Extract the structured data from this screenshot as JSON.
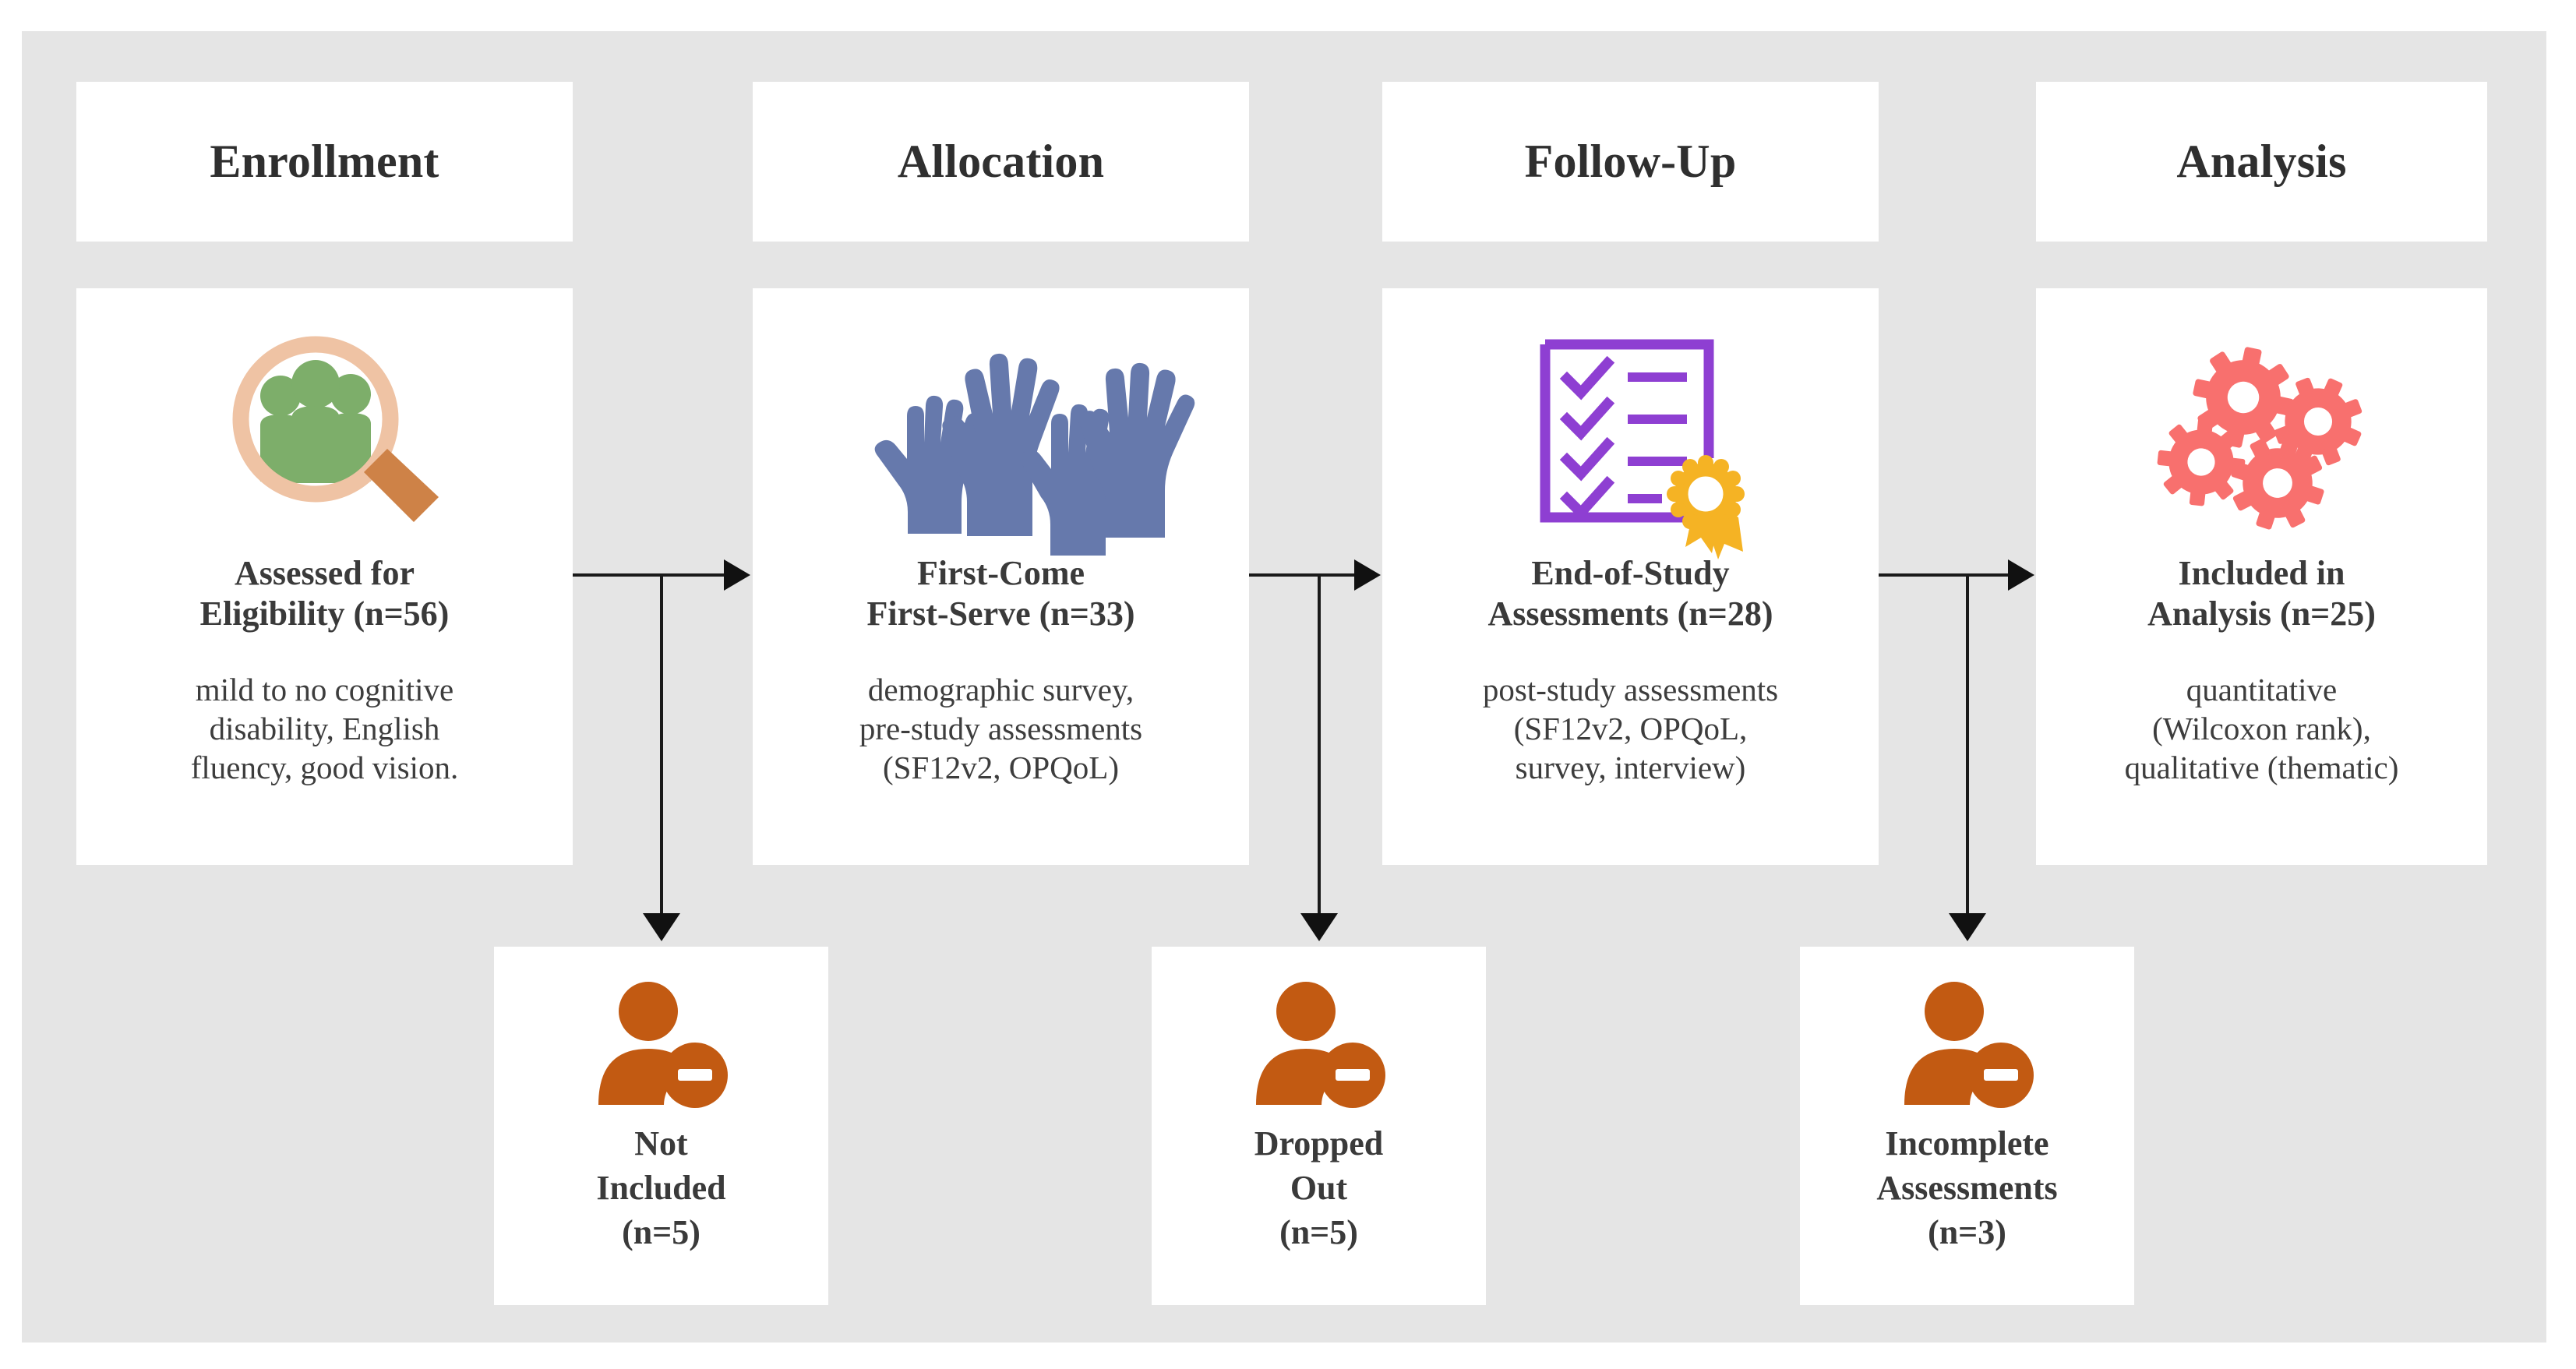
{
  "diagram": {
    "title": "CONSORT participant flow diagram",
    "canvas_color": "#e5e5e5",
    "card_color": "#ffffff",
    "connector_color": "#111111"
  },
  "phases": [
    {
      "label": "Enrollment"
    },
    {
      "label": "Allocation"
    },
    {
      "label": "Follow-Up"
    },
    {
      "label": "Analysis"
    }
  ],
  "stages": [
    {
      "icon": "magnifier-people-icon",
      "title": "Assessed for\nEligibility (n=56)",
      "description": "mild to no cognitive\ndisability, English\nfluency, good vision.",
      "n": 56
    },
    {
      "icon": "raised-hands-icon",
      "title": "First-Come\nFirst-Serve (n=33)",
      "description": "demographic survey,\npre-study assessments\n(SF12v2, OPQoL)",
      "n": 33
    },
    {
      "icon": "checklist-award-icon",
      "title": "End-of-Study\nAssessments (n=28)",
      "description": "post-study assessments\n(SF12v2, OPQoL,\nsurvey, interview)",
      "n": 28
    },
    {
      "icon": "gears-icon",
      "title": "Included in\nAnalysis (n=25)",
      "description": "quantitative\n(Wilcoxon rank),\nqualitative (thematic)",
      "n": 25
    }
  ],
  "exclusions": [
    {
      "icon": "person-minus-icon",
      "label": "Not\nIncluded\n(n=5)",
      "n": 5
    },
    {
      "icon": "person-minus-icon",
      "label": "Dropped\nOut\n(n=5)",
      "n": 5
    },
    {
      "icon": "person-minus-icon",
      "label": "Incomplete\nAssessments\n(n=3)",
      "n": 3
    }
  ],
  "colors": {
    "people_green": "#7DAE6A",
    "magnifier_ring": "#EFC3A4",
    "magnifier_handle": "#CE8247",
    "hands_blue": "#6679AC",
    "checklist_purple": "#8E3FD2",
    "award_gold": "#F5B324",
    "gears_coral": "#F8706E",
    "person_orange": "#C25A12",
    "text_dark": "#3a3a3a",
    "canvas_grey": "#e5e5e5"
  }
}
